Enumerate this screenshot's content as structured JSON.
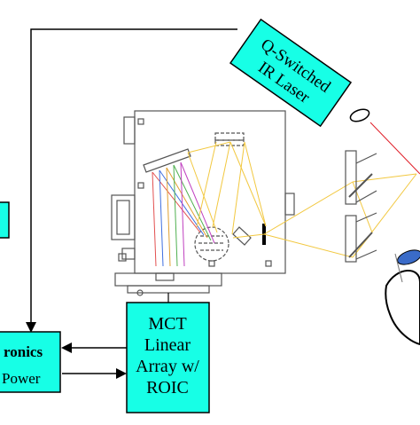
{
  "laser_box": {
    "line1": "Q-Switched",
    "line2": "IR Laser"
  },
  "electronics_box": {
    "line1": "ronics",
    "line2": "Power"
  },
  "mct_box": {
    "line1": "MCT",
    "line2": "Linear",
    "line3": "Array w/",
    "line4": "ROIC"
  },
  "colors": {
    "box_fill": "#17ffe6",
    "line": "#000000",
    "laser_beam": "#e0202a",
    "optical_path": "#f2c840",
    "target_fill": "#3a6bc8",
    "spectral_rays": [
      "#e25050",
      "#3f6fe0",
      "#e0a030",
      "#50b050",
      "#c040c0"
    ]
  }
}
